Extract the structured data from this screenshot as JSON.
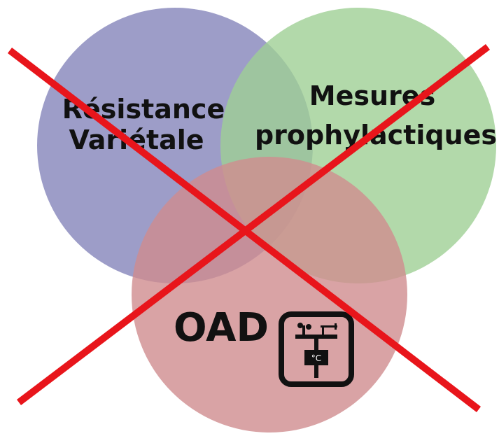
{
  "diagram": {
    "circles": [
      {
        "id": "resistance",
        "lines": [
          "Résistance",
          "Variétale"
        ],
        "color": "#8c8cbe"
      },
      {
        "id": "prophylaxie",
        "lines": [
          "Mesures",
          "prophylactiques"
        ],
        "color": "#9fcf95"
      },
      {
        "id": "oad",
        "lines": [
          "OAD"
        ],
        "color": "#cf8c8f"
      }
    ],
    "cross_color": "#e8151b",
    "icon": {
      "name": "weather-station-icon",
      "unit": "°C"
    }
  }
}
